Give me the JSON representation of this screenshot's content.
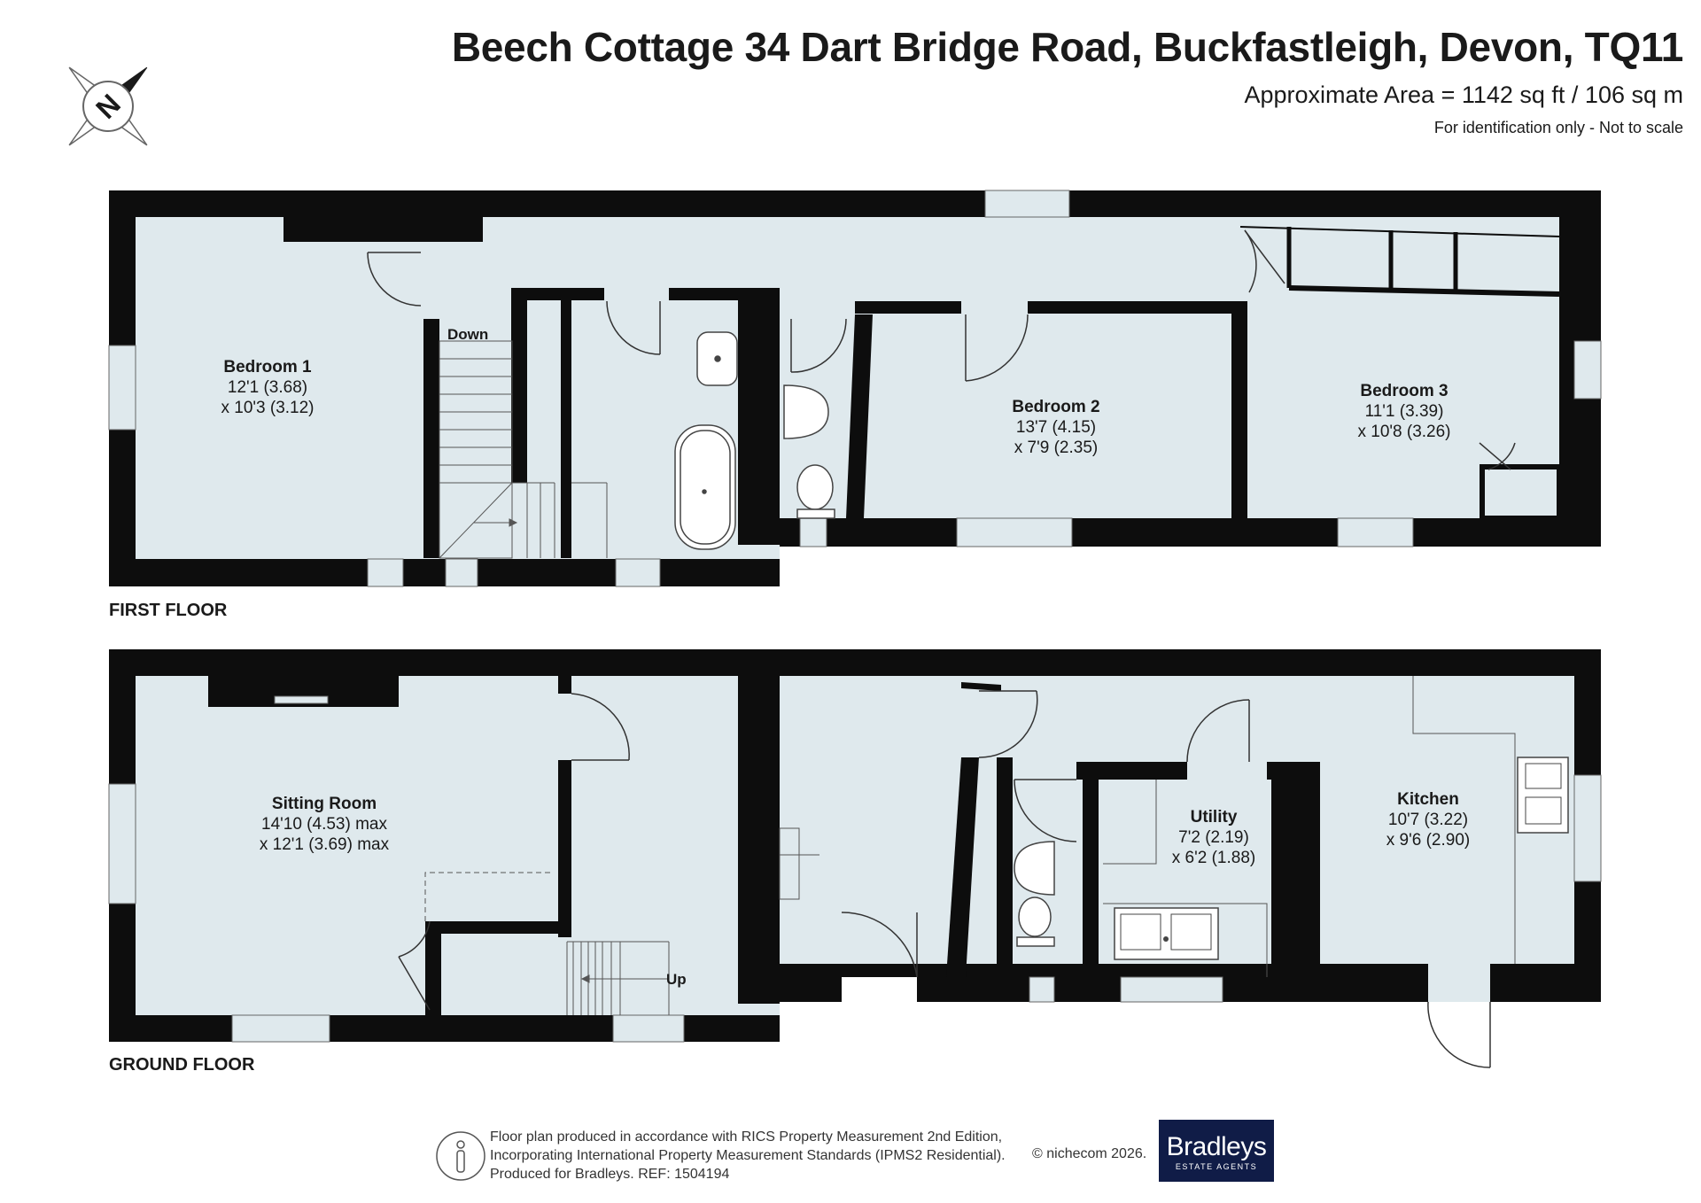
{
  "header": {
    "title": "Beech Cottage 34 Dart Bridge Road, Buckfastleigh, Devon, TQ11",
    "area": "Approximate Area = 1142 sq ft / 106 sq m",
    "disclaimer": "For identification only - Not to scale"
  },
  "compass": {
    "label": "N",
    "icon": "compass-north-icon"
  },
  "floors": {
    "first": {
      "label": "FIRST FLOOR",
      "stairs_label": "Down",
      "rooms": [
        {
          "name": "Bedroom 1",
          "dim1": "12'1 (3.68)",
          "dim2": "x 10'3 (3.12)"
        },
        {
          "name": "Bedroom 2",
          "dim1": "13'7 (4.15)",
          "dim2": "x 7'9 (2.35)"
        },
        {
          "name": "Bedroom 3",
          "dim1": "11'1 (3.39)",
          "dim2": "x 10'8 (3.26)"
        }
      ]
    },
    "ground": {
      "label": "GROUND FLOOR",
      "stairs_label": "Up",
      "rooms": [
        {
          "name": "Sitting Room",
          "dim1": "14'10 (4.53) max",
          "dim2": "x 12'1 (3.69) max"
        },
        {
          "name": "Utility",
          "dim1": "7'2 (2.19)",
          "dim2": "x 6'2 (1.88)"
        },
        {
          "name": "Kitchen",
          "dim1": "10'7 (3.22)",
          "dim2": "x 9'6 (2.90)"
        }
      ]
    }
  },
  "footer": {
    "line1": "Floor plan produced in accordance with RICS Property Measurement 2nd Edition,",
    "line2": "Incorporating International Property Measurement Standards (IPMS2 Residential).",
    "line3": "Produced for Bradleys.   REF: 1504194",
    "copyright": "© nichecom 2026.",
    "logo_name": "Bradleys",
    "logo_tagline": "ESTATE AGENTS"
  },
  "colors": {
    "wall": "#0d0d0d",
    "floor": "#dfe9ed",
    "logo_bg": "#101c47"
  }
}
